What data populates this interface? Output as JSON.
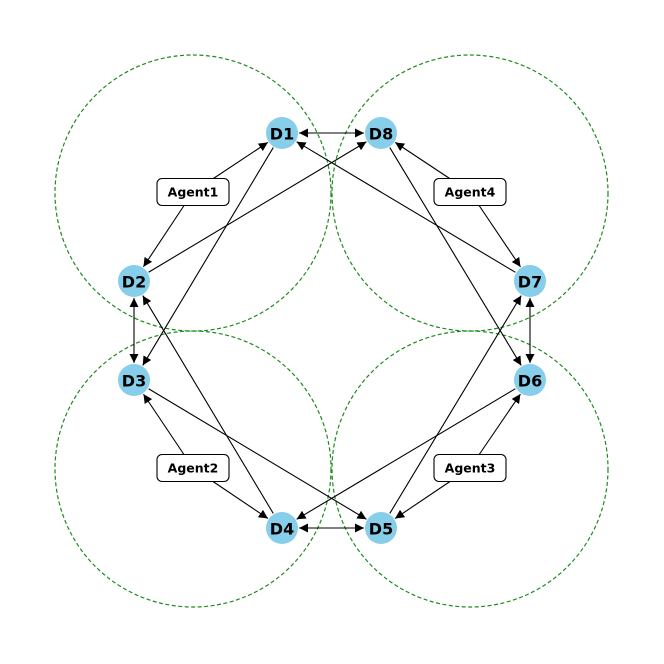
{
  "colors": {
    "node_fill": "#87ceeb",
    "region_stroke": "#1f8a1f",
    "edge_stroke": "#000000",
    "agent_box_fill": "#ffffff",
    "agent_box_stroke": "#000000"
  },
  "nodes": [
    {
      "id": "D1",
      "label": "D1"
    },
    {
      "id": "D2",
      "label": "D2"
    },
    {
      "id": "D3",
      "label": "D3"
    },
    {
      "id": "D4",
      "label": "D4"
    },
    {
      "id": "D5",
      "label": "D5"
    },
    {
      "id": "D6",
      "label": "D6"
    },
    {
      "id": "D7",
      "label": "D7"
    },
    {
      "id": "D8",
      "label": "D8"
    }
  ],
  "agents": [
    {
      "id": "Agent1",
      "label": "Agent1",
      "targets": [
        "D1",
        "D2"
      ]
    },
    {
      "id": "Agent2",
      "label": "Agent2",
      "targets": [
        "D3",
        "D4"
      ]
    },
    {
      "id": "Agent3",
      "label": "Agent3",
      "targets": [
        "D5",
        "D6"
      ]
    },
    {
      "id": "Agent4",
      "label": "Agent4",
      "targets": [
        "D7",
        "D8"
      ]
    }
  ],
  "edges": [
    {
      "from": "D1",
      "to": "D8",
      "bidirectional": true
    },
    {
      "from": "D2",
      "to": "D3",
      "bidirectional": true
    },
    {
      "from": "D4",
      "to": "D5",
      "bidirectional": true
    },
    {
      "from": "D6",
      "to": "D7",
      "bidirectional": true
    },
    {
      "from": "D1",
      "to": "D3",
      "bidirectional": false
    },
    {
      "from": "D2",
      "to": "D8",
      "bidirectional": false
    },
    {
      "from": "D7",
      "to": "D1",
      "bidirectional": false
    },
    {
      "from": "D8",
      "to": "D6",
      "bidirectional": false
    },
    {
      "from": "D4",
      "to": "D2",
      "bidirectional": false
    },
    {
      "from": "D3",
      "to": "D5",
      "bidirectional": false
    },
    {
      "from": "D5",
      "to": "D7",
      "bidirectional": false
    },
    {
      "from": "D6",
      "to": "D4",
      "bidirectional": false
    }
  ]
}
